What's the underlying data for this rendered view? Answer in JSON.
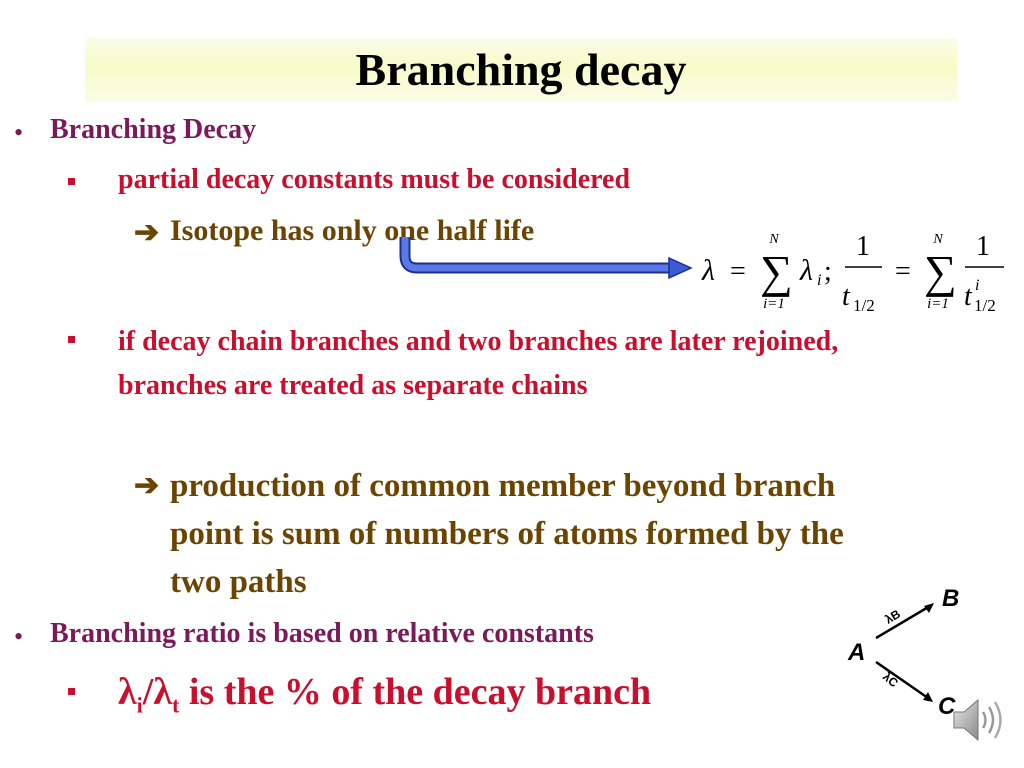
{
  "slide": {
    "title": "Branching decay",
    "bullet1": "Branching Decay",
    "sub1": "partial decay constants must be considered",
    "sub1_arrow": "Isotope has only one half life",
    "sub2": "if decay chain branches and two branches are later rejoined, branches are treated as separate chains",
    "sub2_arrow": "production of common member beyond branch point is sum of numbers of atoms formed by the two paths",
    "bullet2": "Branching ratio is based on relative constants",
    "sub3_suffix": " is the % of the decay branch"
  },
  "equation": {
    "sum_upper": "N",
    "sum_lower": "i=1",
    "one": "1",
    "t_half": "1/2",
    "sup_i": "i"
  },
  "diagram": {
    "node_a": "A",
    "node_b": "B",
    "node_c": "C",
    "label_b": "λB",
    "label_c": "λC"
  },
  "colors": {
    "level1": "#7a1a5a",
    "level2": "#c8102e",
    "level3": "#6b4400",
    "arrow": "#3b5bd6",
    "title_band": "#f8fbc8"
  },
  "icons": [
    "bullet-dot-icon",
    "square-bullet-icon",
    "right-arrow-icon",
    "speaker-icon"
  ]
}
